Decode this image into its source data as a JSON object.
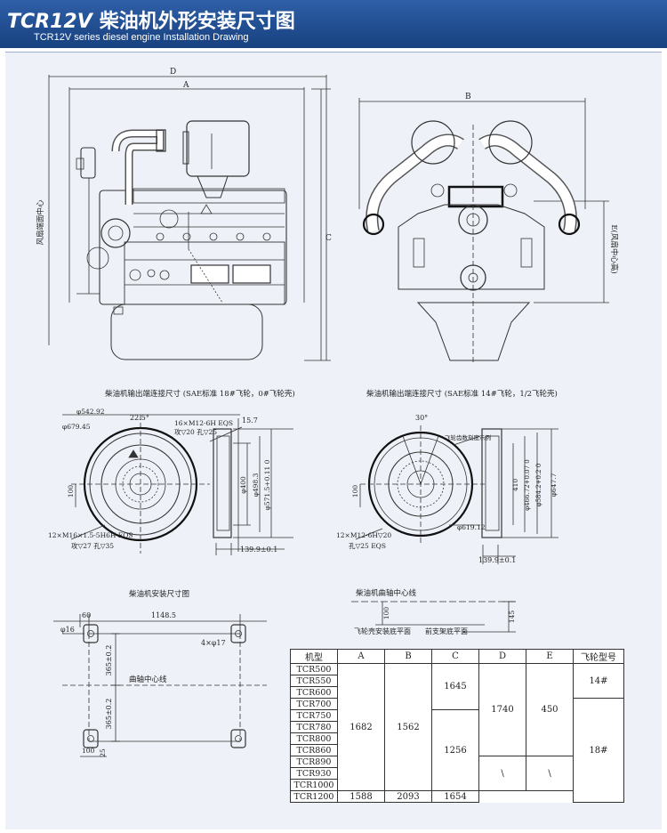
{
  "header": {
    "model": "TCR12V",
    "title_cn": "柴油机外形安装尺寸图",
    "subtitle_en": "TCR12V series diesel engine Installation Drawing"
  },
  "side_view": {
    "dim_d": "D",
    "dim_a": "A",
    "dim_c": "C",
    "fan_center_label": "风扇端面中心"
  },
  "front_view": {
    "dim_b": "B",
    "dim_e": "E(风扇中心高)"
  },
  "flywheel_left": {
    "caption": "柴油机输出端连接尺寸 (SAE标准 18#飞轮，0#飞轮壳)",
    "d_542": "φ542.92",
    "d_679": "φ679.45",
    "angle": "22.5°",
    "bolt_spec_1": "16×M12-6H EQS",
    "bolt_spec_2": "攻▽20 孔▽25",
    "dim_15_7": "15.7",
    "d_400": "φ400",
    "d_498": "φ498.3",
    "d_571": "φ571.5+0.11 0",
    "dim_100": "100",
    "bolt_spec_3": "12×M16×1.5-5H6H EQS",
    "bolt_spec_4": "攻▽27 孔▽35",
    "dim_139": "139.9±0.1"
  },
  "flywheel_right": {
    "caption": "柴油机输出端连接尺寸 (SAE标准 14#飞轮，1/2飞轮壳)",
    "angle": "30°",
    "marker_label": "飞轮齿数刻度示例",
    "d_410": "410",
    "d_466": "φ466.72+0.07 0",
    "d_584": "φ584.2+0.2 0",
    "d_647": "φ647.7",
    "dim_100": "100",
    "d_619": "φ619.12",
    "bolt_spec_1": "12×M12-6H▽20",
    "bolt_spec_2": "孔▽25 EQS",
    "dim_139": "139.9±0.1"
  },
  "install_plan": {
    "title": "柴油机安装尺寸图",
    "dim_60": "60",
    "dim_1148": "1148.5",
    "hole_16": "φ16",
    "holes_4": "4×φ17",
    "dim_365_top": "365±0.2",
    "dim_365_bottom": "365±0.2",
    "center_line": "曲轴中心线",
    "dim_100": "100",
    "dim_25": "25"
  },
  "height_note": {
    "title": "柴油机曲轴中心线",
    "dim_100": "100",
    "dim_145": "145",
    "flywheel_plane": "飞轮壳安装底平面",
    "front_plane": "前支架底平面"
  },
  "spec_table": {
    "headers": [
      "机型",
      "A",
      "B",
      "C",
      "D",
      "E",
      "飞轮型号"
    ],
    "models": [
      "TCR500",
      "TCR550",
      "TCR600",
      "TCR700",
      "TCR750",
      "TCR780",
      "TCR800",
      "TCR860",
      "TCR890",
      "TCR930",
      "TCR1000",
      "TCR1200"
    ],
    "a_main": "1682",
    "b_main": "1562",
    "c_upper": "1645",
    "c_lower": "1256",
    "d_main": "1740",
    "e_main": "450",
    "d_na": "\\",
    "e_na": "\\",
    "fly_upper": "14#",
    "fly_lower": "18#",
    "a_last": "1588",
    "b_last": "2093",
    "c_last": "1654"
  }
}
